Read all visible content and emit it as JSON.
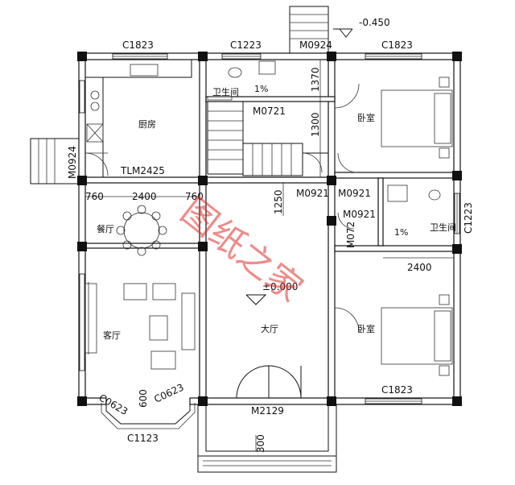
{
  "rooms": {
    "kitchen": "厨房",
    "wc_top": "卫生间",
    "bedroom_top": "卧室",
    "dining": "餐厅",
    "wc_right": "卫生间",
    "living": "客厅",
    "hall": "大厅",
    "bedroom_bottom": "卧室"
  },
  "dims": {
    "elevation": "-0.450",
    "floor_level": "±0.000",
    "d1370": "1370",
    "d1300": "1300",
    "d1250": "1250",
    "d760a": "760",
    "d2400a": "2400",
    "d760b": "760",
    "d2400b": "2400",
    "d600": "600",
    "d300": "300",
    "slope_wc_top": "1%",
    "slope_wc_right": "1%"
  },
  "codes": {
    "c1823_top_left": "C1823",
    "c1223_top": "C1223",
    "m0924_top": "M0924",
    "c1823_top_right": "C1823",
    "m0721": "M0721",
    "m0924_left": "M0924",
    "tlm2425": "TLM2425",
    "m0921_a": "M0921",
    "m0921_b": "M0921",
    "m0921_c": "M0921",
    "m0721_b": "M072",
    "c1223_right": "C1223",
    "c1823_bottom": "C1823",
    "c0623_left": "C0623",
    "c0623_right": "C0623",
    "c1123": "C1123",
    "m2129": "M2129"
  },
  "watermark": "图纸之家"
}
